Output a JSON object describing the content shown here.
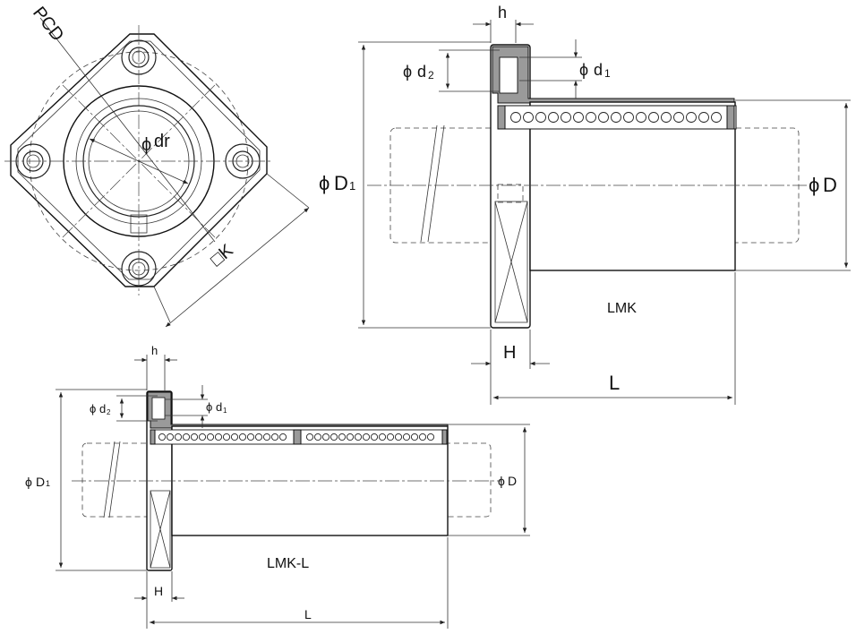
{
  "labels": {
    "pcd": "PCD",
    "dr_prefix": "ϕ",
    "dr": "dr",
    "square_k": "□K",
    "d1_big_prefix": "ϕ",
    "d1_big": "D",
    "d1_big_sub": "1",
    "d_outer_prefix": "ϕ",
    "d_outer": "D",
    "d2_prefix": "ϕ",
    "d2": "d",
    "d2_sub": "2",
    "d1_small_prefix": "ϕ",
    "d1_small": "d",
    "d1_small_sub": "1",
    "h": "h",
    "H": "H",
    "L": "L",
    "lmk": "LMK",
    "lmkl": "LMK-L"
  },
  "colors": {
    "line": "#222222",
    "shade": "#9a9a9a",
    "background": "#ffffff"
  }
}
